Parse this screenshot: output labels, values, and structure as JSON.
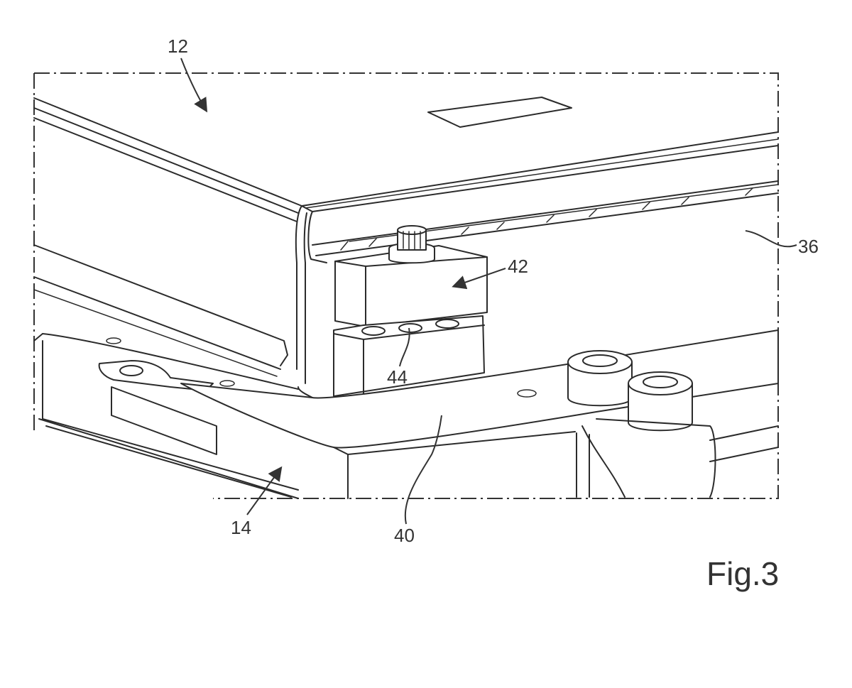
{
  "figure": {
    "caption": "Fig.3",
    "labels": {
      "l12": "12",
      "l36": "36",
      "l42": "42",
      "l44": "44",
      "l14": "14",
      "l40": "40"
    }
  }
}
